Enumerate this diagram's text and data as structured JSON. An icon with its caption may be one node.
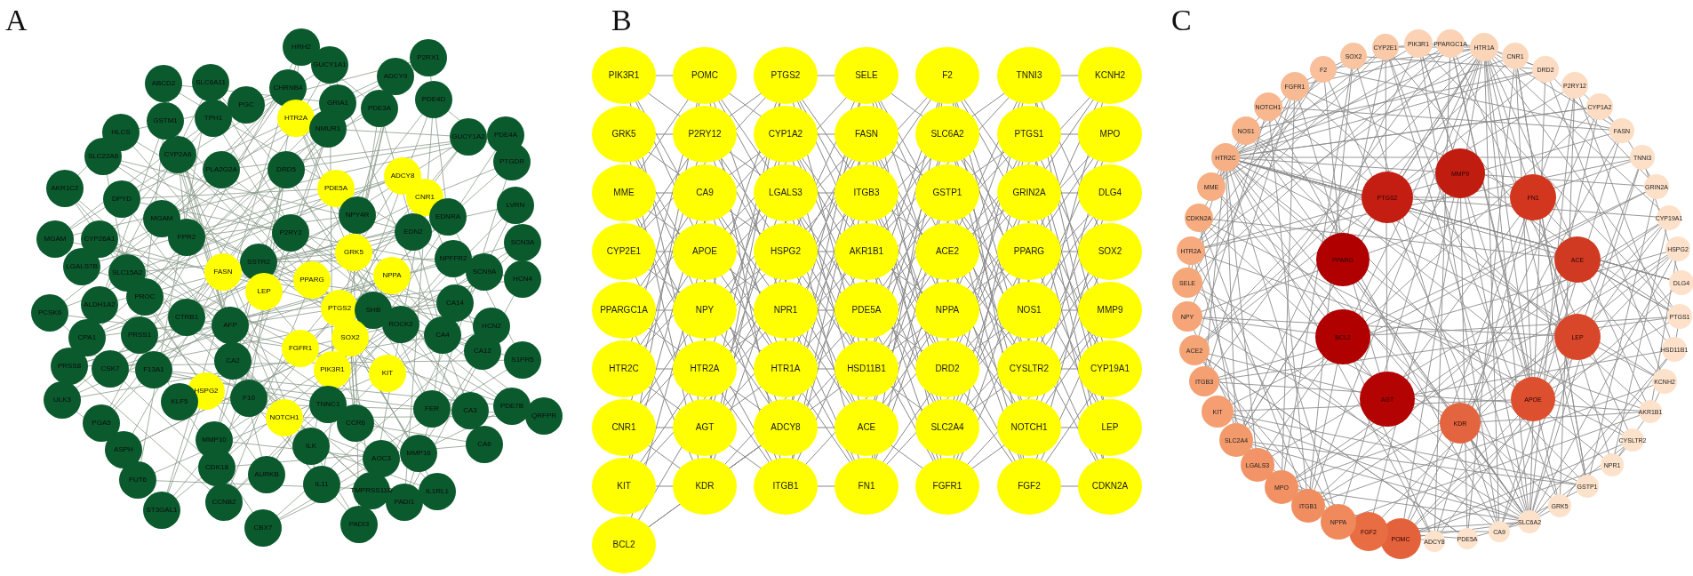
{
  "diagram": {
    "nodes": [
      {
        "text": [
          "P2RX1"
        ]
      },
      {
        "text": [
          "HRH2"
        ]
      },
      {
        "text": [
          "GUCY1A1"
        ]
      },
      {
        "text": [
          "ADCY9"
        ]
      },
      {
        "text": [
          "ABCD2"
        ]
      },
      {
        "text": [
          "SLC6A11"
        ]
      },
      {
        "text": [
          "CHRNB4"
        ]
      },
      {
        "text": [
          "PDE4D"
        ]
      },
      {
        "text": [
          "GRIA1"
        ]
      },
      {
        "text": [
          "PDE3A"
        ]
      },
      {
        "text": [
          "HTR2A"
        ]
      },
      {
        "text": [
          "PGC"
        ]
      },
      {
        "text": [
          "GSTM1"
        ]
      },
      {
        "text": [
          "TPH1"
        ]
      },
      {
        "text": [
          "HLCS"
        ]
      },
      {
        "text": [
          "NMUR1"
        ]
      },
      {
        "text": [
          "GUCY1A2"
        ]
      },
      {
        "text": [
          "PDE4A"
        ]
      },
      {
        "text": [
          "CYP2A6"
        ]
      },
      {
        "text": [
          "PTGDR"
        ]
      },
      {
        "text": [
          "SLC22A6"
        ]
      },
      {
        "text": [
          "PLA2G2A"
        ]
      },
      {
        "text": [
          "DRD5"
        ]
      },
      {
        "text": [
          "ADCY8"
        ]
      },
      {
        "text": [
          "AKR1C2"
        ]
      },
      {
        "text": [
          "PDE5A"
        ]
      },
      {
        "text": [
          "CNR1"
        ]
      },
      {
        "text": [
          "DPYD"
        ]
      },
      {
        "text": [
          "LVRN"
        ]
      },
      {
        "text": [
          "EDNRA"
        ]
      },
      {
        "text": [
          "NPY4R"
        ]
      },
      {
        "text": [
          "MGAM"
        ]
      },
      {
        "text": [
          "P2RY2"
        ]
      },
      {
        "text": [
          "EDN2"
        ]
      },
      {
        "text": [
          "MGAM"
        ]
      },
      {
        "text": [
          "CYP26A1"
        ]
      },
      {
        "text": [
          "FPR2"
        ]
      },
      {
        "text": [
          "SCN3A"
        ]
      },
      {
        "text": [
          "GRK5"
        ]
      },
      {
        "text": [
          "NPFFR2"
        ]
      },
      {
        "text": [
          "SSTR2"
        ]
      },
      {
        "text": [
          "LGALS7B"
        ]
      },
      {
        "text": [
          "FASN"
        ]
      },
      {
        "text": [
          "SCN9A"
        ]
      },
      {
        "text": [
          "SLC15A2"
        ]
      },
      {
        "text": [
          "NPPA"
        ]
      },
      {
        "text": [
          "HCN4"
        ]
      },
      {
        "text": [
          "PPARG"
        ]
      },
      {
        "text": [
          "LEP"
        ]
      },
      {
        "text": [
          "PROC"
        ]
      },
      {
        "text": [
          "CA14"
        ]
      },
      {
        "text": [
          "ALDH1A2"
        ]
      },
      {
        "text": [
          "PTGS2"
        ]
      },
      {
        "text": [
          "SHB"
        ]
      },
      {
        "text": [
          "PCSK6"
        ]
      },
      {
        "text": [
          "CTRB1"
        ]
      },
      {
        "text": [
          "ROCK2"
        ]
      },
      {
        "text": [
          "HCN2"
        ]
      },
      {
        "text": [
          "AFP"
        ]
      },
      {
        "text": [
          "PRSS1"
        ]
      },
      {
        "text": [
          "CA4"
        ]
      },
      {
        "text": [
          "CPA1"
        ]
      },
      {
        "text": [
          "SOX2"
        ]
      },
      {
        "text": [
          "FGFR1"
        ]
      },
      {
        "text": [
          "CA12"
        ]
      },
      {
        "text": [
          "CA2"
        ]
      },
      {
        "text": [
          "S1PR5"
        ]
      },
      {
        "text": [
          "PRSS8"
        ]
      },
      {
        "text": [
          "PIK3R1"
        ]
      },
      {
        "text": [
          "CSK7"
        ]
      },
      {
        "text": [
          "F13A1"
        ]
      },
      {
        "text": [
          "KIT"
        ]
      },
      {
        "text": [
          "HSPG2"
        ]
      },
      {
        "text": [
          "ULK3"
        ]
      },
      {
        "text": [
          "F10"
        ]
      },
      {
        "text": [
          "KLF5"
        ]
      },
      {
        "text": [
          "TNNC1"
        ]
      },
      {
        "text": [
          "PDE7B"
        ]
      },
      {
        "text": [
          "FER"
        ]
      },
      {
        "text": [
          "CA3"
        ]
      },
      {
        "text": [
          "NOTCH1"
        ]
      },
      {
        "text": [
          "QRFPR"
        ]
      },
      {
        "text": [
          "PGA5"
        ]
      },
      {
        "text": [
          "CCR6"
        ]
      },
      {
        "text": [
          "MMP10"
        ]
      },
      {
        "text": [
          "CA6"
        ]
      },
      {
        "text": [
          "ASPH"
        ]
      },
      {
        "text": [
          "ILK"
        ]
      },
      {
        "text": [
          "MMP16"
        ]
      },
      {
        "text": [
          "AOC3"
        ]
      },
      {
        "text": [
          "CDK18"
        ]
      },
      {
        "text": [
          "AURKB"
        ]
      },
      {
        "text": [
          "FUT6"
        ]
      },
      {
        "text": [
          "IL11"
        ]
      },
      {
        "text": [
          "TMPRSS11D"
        ]
      },
      {
        "text": [
          "IL1RL1"
        ]
      },
      {
        "text": [
          "CCNB2"
        ]
      },
      {
        "text": [
          "PADI1"
        ]
      },
      {
        "text": [
          "ST3GAL1"
        ]
      },
      {
        "text": [
          "PADI3"
        ]
      },
      {
        "text": [
          "CBX7"
        ]
      },
      {
        "text": [
          "PIK3R1"
        ]
      },
      {
        "text": [
          "POMC"
        ]
      },
      {
        "text": [
          "PTGS2"
        ]
      },
      {
        "text": [
          "SELE"
        ]
      },
      {
        "text": [
          "F2"
        ]
      },
      {
        "text": [
          "TNNI3"
        ]
      },
      {
        "text": [
          "KCNH2"
        ]
      },
      {
        "text": [
          "GRK5"
        ]
      },
      {
        "text": [
          "P2RY12"
        ]
      },
      {
        "text": [
          "CYP1A2"
        ]
      },
      {
        "text": [
          "FASN"
        ]
      },
      {
        "text": [
          "SLC6A2"
        ]
      },
      {
        "text": [
          "PTGS1"
        ]
      },
      {
        "text": [
          "MPO"
        ]
      },
      {
        "text": [
          "MME"
        ]
      },
      {
        "text": [
          "CA9"
        ]
      },
      {
        "text": [
          "LGALS3"
        ]
      },
      {
        "text": [
          "ITGB3"
        ]
      },
      {
        "text": [
          "GSTP1"
        ]
      },
      {
        "text": [
          "GRIN2A"
        ]
      },
      {
        "text": [
          "DLG4"
        ]
      },
      {
        "text": [
          "CYP2E1"
        ]
      },
      {
        "text": [
          "APOE"
        ]
      },
      {
        "text": [
          "HSPG2"
        ]
      },
      {
        "text": [
          "AKR1B1"
        ]
      },
      {
        "text": [
          "ACE2"
        ]
      },
      {
        "text": [
          "PPARG"
        ]
      },
      {
        "text": [
          "SOX2"
        ]
      },
      {
        "text": [
          "PPARGC1A"
        ]
      },
      {
        "text": [
          "NPY"
        ]
      },
      {
        "text": [
          "NPR1"
        ]
      },
      {
        "text": [
          "PDE5A"
        ]
      },
      {
        "text": [
          "NPPA"
        ]
      },
      {
        "text": [
          "NOS1"
        ]
      },
      {
        "text": [
          "MMP9"
        ]
      },
      {
        "text": [
          "HTR2C"
        ]
      },
      {
        "text": [
          "HTR2A"
        ]
      },
      {
        "text": [
          "HTR1A"
        ]
      },
      {
        "text": [
          "HSD11B1"
        ]
      },
      {
        "text": [
          "DRD2"
        ]
      },
      {
        "text": [
          "CYSLTR2"
        ]
      },
      {
        "text": [
          "CYP19A1"
        ]
      },
      {
        "text": [
          "CNR1"
        ]
      },
      {
        "text": [
          "AGT"
        ]
      },
      {
        "text": [
          "ADCY8"
        ]
      },
      {
        "text": [
          "ACE"
        ]
      },
      {
        "text": [
          "SLC2A4"
        ]
      },
      {
        "text": [
          "NOTCH1"
        ]
      },
      {
        "text": [
          "LEP"
        ]
      },
      {
        "text": [
          "KIT"
        ]
      },
      {
        "text": [
          "KDR"
        ]
      },
      {
        "text": [
          "ITGB1"
        ]
      },
      {
        "text": [
          "FN1"
        ]
      },
      {
        "text": [
          "FGFR1"
        ]
      },
      {
        "text": [
          "FGF2"
        ]
      },
      {
        "text": [
          "CDKN2A"
        ]
      },
      {
        "text": [
          "BCL2"
        ]
      },
      {
        "text": [
          "PIK3R1"
        ]
      },
      {
        "text": [
          "PPARGC1A"
        ]
      },
      {
        "text": [
          "HTR1A"
        ]
      },
      {
        "text": [
          "CNR1"
        ]
      },
      {
        "text": [
          "DRD2"
        ]
      },
      {
        "text": [
          "P2RY12"
        ]
      },
      {
        "text": [
          "CYP1A2"
        ]
      },
      {
        "text": [
          "FASN"
        ]
      },
      {
        "text": [
          "TNNI3"
        ]
      },
      {
        "text": [
          "GRIN2A"
        ]
      },
      {
        "text": [
          "CYP19A1"
        ]
      },
      {
        "text": [
          "HSPG2"
        ]
      },
      {
        "text": [
          "DLG4"
        ]
      },
      {
        "text": [
          "PTGS1"
        ]
      },
      {
        "text": [
          "HSD11B1"
        ]
      },
      {
        "text": [
          "KCNH2"
        ]
      },
      {
        "text": [
          "AKR1B1"
        ]
      },
      {
        "text": [
          "CYSLTR2"
        ]
      },
      {
        "text": [
          "NPR1"
        ]
      },
      {
        "text": [
          "GSTP1"
        ]
      },
      {
        "text": [
          "GRK5"
        ]
      },
      {
        "text": [
          "SLC6A2"
        ]
      },
      {
        "text": [
          "CA9"
        ]
      },
      {
        "text": [
          "PDE5A"
        ]
      },
      {
        "text": [
          "ADCY8"
        ]
      },
      {
        "text": [
          "POMC"
        ]
      },
      {
        "text": [
          "FGF2"
        ]
      },
      {
        "text": [
          "NPPA"
        ]
      },
      {
        "text": [
          "ITGB1"
        ]
      },
      {
        "text": [
          "MPO"
        ]
      },
      {
        "text": [
          "LGALS3"
        ]
      },
      {
        "text": [
          "SLC2A4"
        ]
      },
      {
        "text": [
          "KIT"
        ]
      },
      {
        "text": [
          "ITGB3"
        ]
      },
      {
        "text": [
          "ACE2"
        ]
      },
      {
        "text": [
          "NPY"
        ]
      },
      {
        "text": [
          "SELE"
        ]
      },
      {
        "text": [
          "HTR2A"
        ]
      },
      {
        "text": [
          "CDKN2A"
        ]
      },
      {
        "text": [
          "MME"
        ]
      },
      {
        "text": [
          "HTR2C"
        ]
      },
      {
        "text": [
          "NOS1"
        ]
      },
      {
        "text": [
          "NOTCH1"
        ]
      },
      {
        "text": [
          "FGFR1"
        ]
      },
      {
        "text": [
          "F2"
        ]
      },
      {
        "text": [
          "SOX2"
        ]
      },
      {
        "text": [
          "CYP2E1"
        ]
      },
      {
        "text": [
          "MMP9"
        ]
      },
      {
        "text": [
          "PTGS2"
        ]
      },
      {
        "text": [
          "FN1"
        ]
      },
      {
        "text": [
          "PPARG"
        ]
      },
      {
        "text": [
          "ACE"
        ]
      },
      {
        "text": [
          "BCL2"
        ]
      },
      {
        "text": [
          "LEP"
        ]
      },
      {
        "text": [
          "AGT"
        ]
      },
      {
        "text": [
          "APOE"
        ]
      },
      {
        "text": [
          "KDR"
        ]
      }
    ],
    "labels": [
      "A",
      "B",
      "C"
    ]
  }
}
